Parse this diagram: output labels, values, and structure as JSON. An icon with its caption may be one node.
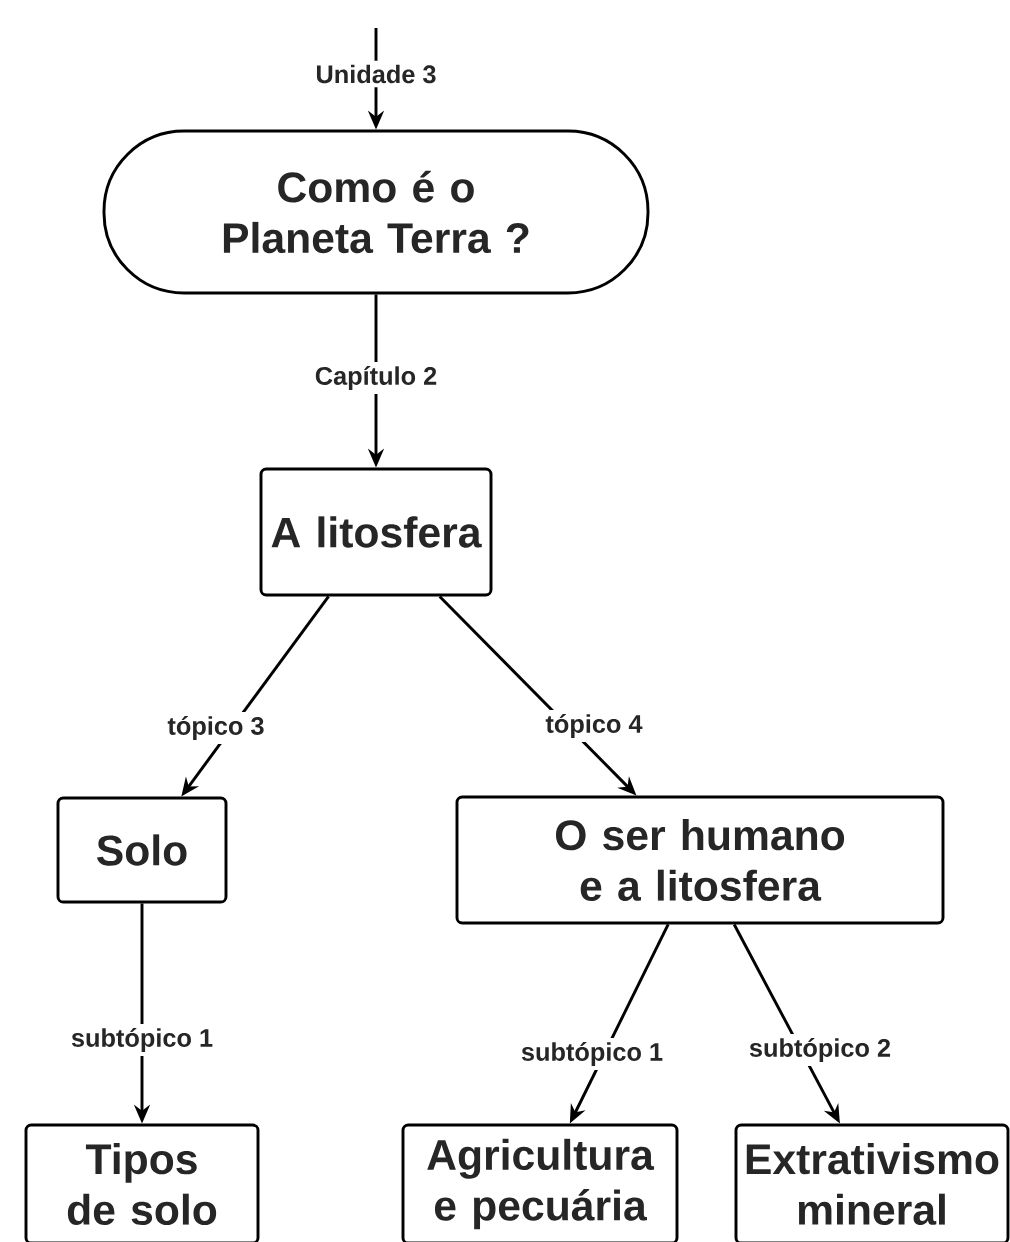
{
  "diagram": {
    "nodes": [
      {
        "text": [
          "Como é o Planeta Terra ?"
        ]
      },
      {
        "text": [
          "A litosfera"
        ]
      },
      {
        "text": [
          "Solo"
        ]
      },
      {
        "text": [
          "O ser humano e a litosfera"
        ]
      },
      {
        "text": [
          "Tipos de solo"
        ]
      },
      {
        "text": [
          "Agricultura e pecuária"
        ]
      },
      {
        "text": [
          "Extrativismo mineral"
        ]
      }
    ],
    "edges": [
      {
        "from": null,
        "to": 0,
        "arrow": "to",
        "label": "Unidade 3"
      },
      {
        "from": 0,
        "to": 1,
        "arrow": "to",
        "label": "Capítulo 2"
      },
      {
        "from": 1,
        "to": 2,
        "arrow": "to",
        "label": "tópico 3"
      },
      {
        "from": 1,
        "to": 3,
        "arrow": "to",
        "label": "tópico 4"
      },
      {
        "from": 2,
        "to": 4,
        "arrow": "to",
        "label": "subtópico 1"
      },
      {
        "from": 3,
        "to": 5,
        "arrow": "to",
        "label": "subtópico 1"
      },
      {
        "from": 3,
        "to": 6,
        "arrow": "to",
        "label": "subtópico 2"
      }
    ]
  }
}
